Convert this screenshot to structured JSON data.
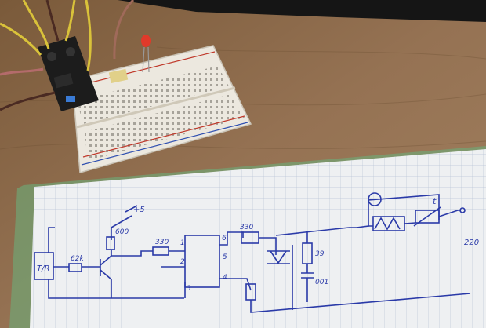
{
  "photo": {
    "subject": "breadboard-with-sensor-and-hand-drawn-schematic"
  },
  "schematic": {
    "labels": {
      "tr": "T/R",
      "r62k": "62k",
      "r600": "600",
      "vplus": "+5",
      "r330a": "330",
      "r330b": "330",
      "pin1": "1",
      "pin2": "2",
      "pin3": "3",
      "pin4": "4",
      "pin5": "5",
      "pin6": "6",
      "r39": "39",
      "c001": "001",
      "t": "t",
      "v220": "220"
    }
  },
  "colors": {
    "desk": "#8a6a48",
    "ink": "#2a3aa8",
    "paper": "#eef0f2",
    "grid": "#b9c4d6",
    "breadboard": "#ece8df"
  }
}
